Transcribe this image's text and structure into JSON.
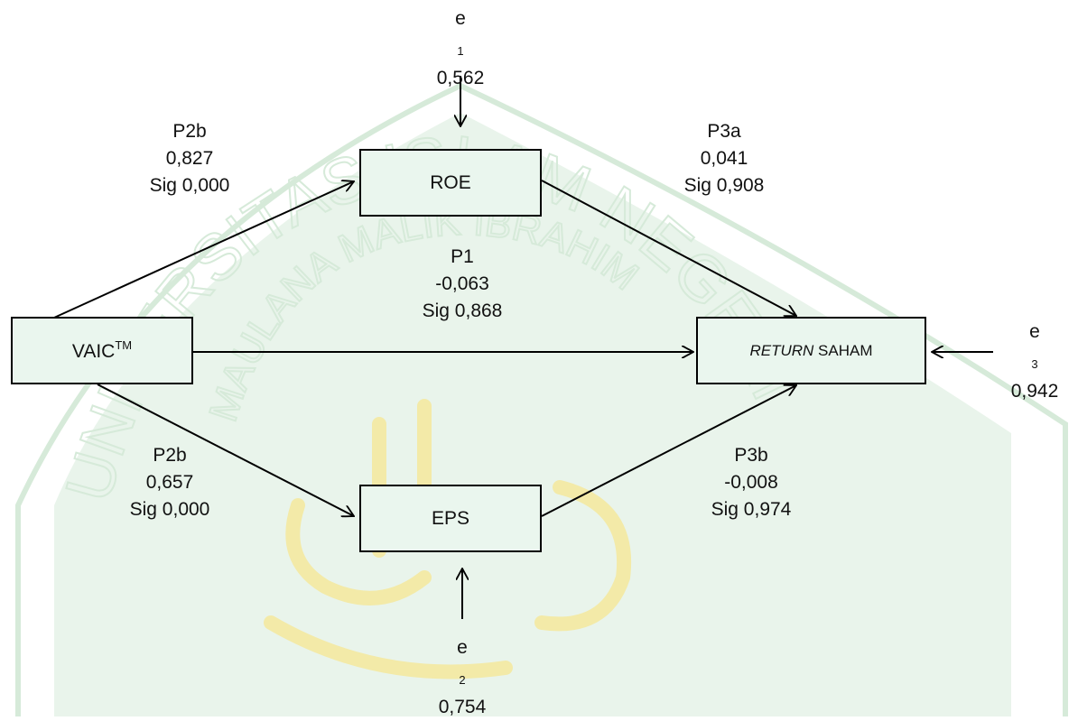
{
  "colors": {
    "watermark_green": "#dff0e3",
    "watermark_gold": "#f3eaa8",
    "stroke": "#000000"
  },
  "watermark": {
    "top_text": "UNIVERSITAS ISLAM NEGERI",
    "inner_text": "MAULANA MALIK IBRAHIM"
  },
  "nodes": {
    "roe": "ROE",
    "vaic": "VAIC",
    "vaic_sup": "TM",
    "eps": "EPS",
    "return_italic": "RETURN",
    "return_rest": " SAHAM"
  },
  "errors": {
    "e1": {
      "symbol": "e",
      "sub": "1",
      "value": "0,562"
    },
    "e2": {
      "symbol": "e",
      "sub": "2",
      "value": "0,754"
    },
    "e3": {
      "symbol": "e",
      "sub": "3",
      "value": "0,942"
    }
  },
  "paths": {
    "vaic_roe": {
      "name": "P2b",
      "coef": "0,827",
      "sig": "Sig 0,000"
    },
    "roe_return": {
      "name": "P3a",
      "coef": "0,041",
      "sig": "Sig 0,908"
    },
    "vaic_return": {
      "name": "P1",
      "coef": "-0,063",
      "sig": "Sig 0,868"
    },
    "vaic_eps": {
      "name": "P2b",
      "coef": "0,657",
      "sig": "Sig 0,000"
    },
    "eps_return": {
      "name": "P3b",
      "coef": "-0,008",
      "sig": "Sig 0,974"
    }
  }
}
